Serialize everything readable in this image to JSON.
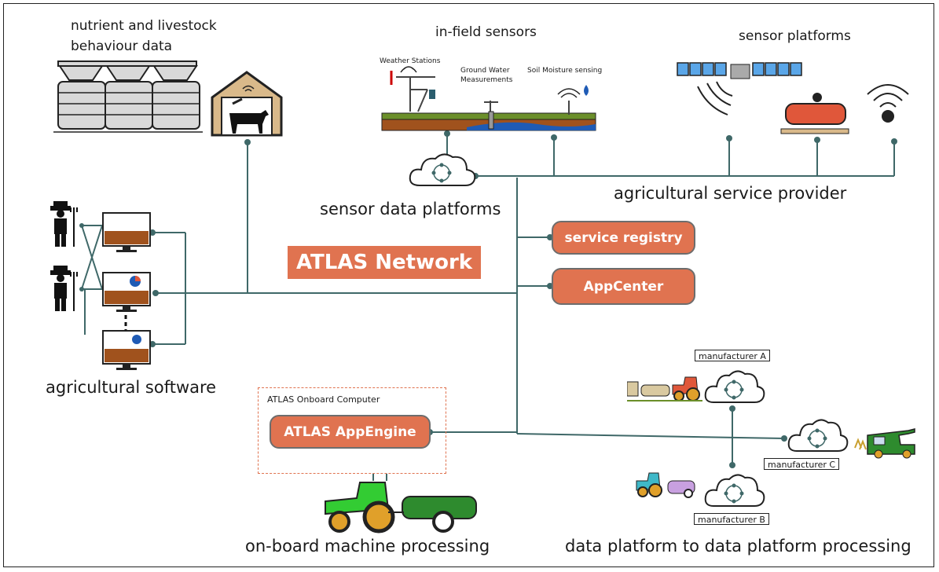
{
  "title": "ATLAS Network",
  "groups": {
    "nutrient": "nutrient and livestock\nbehaviour data",
    "infield": "in-field sensors",
    "sensor_platforms": "sensor platforms",
    "sensor_data_platforms": "sensor data platforms",
    "agri_service_provider": "agricultural service provider",
    "agri_software": "agricultural software",
    "onboard_machine": "on-board machine processing",
    "dp2dp": "data platform to data platform processing"
  },
  "infield_items": {
    "weather": "Weather Stations",
    "groundwater": "Ground Water\nMeasurements",
    "soil": "Soil Moisture sensing"
  },
  "buttons": {
    "service_registry": "service registry",
    "appcenter": "AppCenter",
    "appengine": "ATLAS AppEngine"
  },
  "onboard_label": "ATLAS Onboard Computer",
  "manufacturers": {
    "a": "manufacturer A",
    "b": "manufacturer B",
    "c": "manufacturer C"
  },
  "colors": {
    "accent": "#e07350",
    "line": "#3f6868",
    "soil": "#a0521d",
    "field_green": "#6b8f2a",
    "tractor_green": "#33cc33"
  }
}
